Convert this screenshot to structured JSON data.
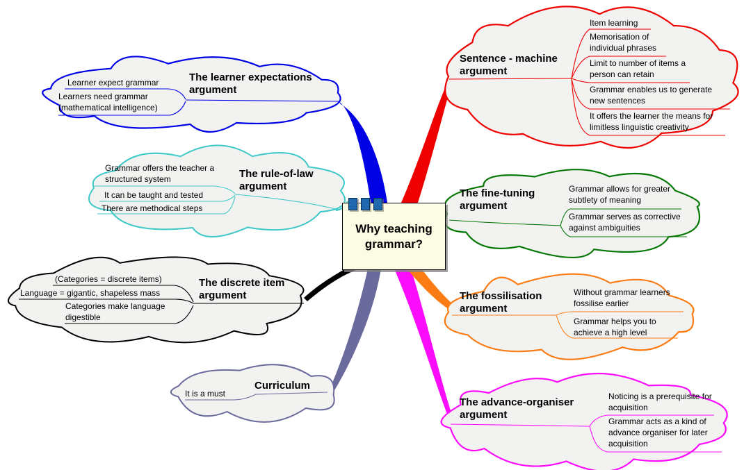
{
  "palette": {
    "background": "#FFFFFF",
    "cloud_fill": "#F2F2F0",
    "center_fill": "#FCFBE3",
    "center_border": "#000000",
    "tab_color": "#1F68AE",
    "text_color": "#000000"
  },
  "center": {
    "title": "Why teaching grammar?"
  },
  "branches": [
    {
      "id": "learner-expectations",
      "color": "#0101E6",
      "title": "The learner expectations argument",
      "items": [
        "Learner expect grammar",
        "Learners need grammar (mathematical intelligence)"
      ]
    },
    {
      "id": "rule-of-law",
      "color": "#3FC8C8",
      "title": "The rule-of-law argument",
      "items": [
        "Grammar offers the teacher a structured system",
        "It can be taught and tested",
        "There are methodical steps"
      ]
    },
    {
      "id": "discrete-item",
      "color": "#000000",
      "title": "The discrete item argument",
      "items": [
        "(Categories = discrete items)",
        "Language = gigantic, shapeless mass",
        "Categories make language digestible"
      ]
    },
    {
      "id": "curriculum",
      "color": "#6A6A9D",
      "title": "Curriculum",
      "items": [
        "It is a must"
      ]
    },
    {
      "id": "sentence-machine",
      "color": "#EE0000",
      "title": "Sentence - machine argument",
      "items": [
        "Item learning",
        "Memorisation of individual phrases",
        "Limit to number of items a person can retain",
        "Grammar enables us to generate new sentences",
        "It offers the learner the means for limitless linguistic creativity"
      ]
    },
    {
      "id": "fine-tuning",
      "color": "#067806",
      "title": "The fine-tuning argument",
      "items": [
        "Grammar allows for greater subtlety of meaning",
        "Grammar serves as corrective against ambiguities"
      ]
    },
    {
      "id": "fossilisation",
      "color": "#FB7C15",
      "title": "The fossilisation argument",
      "items": [
        "Without grammar learners fossilise earlier",
        "Grammar helps you to achieve a high level"
      ]
    },
    {
      "id": "advance-organiser",
      "color": "#FB0DFB",
      "title": "The advance-organiser argument",
      "items": [
        "Noticing is a prerequisite for acquisition",
        "Grammar acts as a kind of advance organiser for later acquisition"
      ]
    }
  ]
}
